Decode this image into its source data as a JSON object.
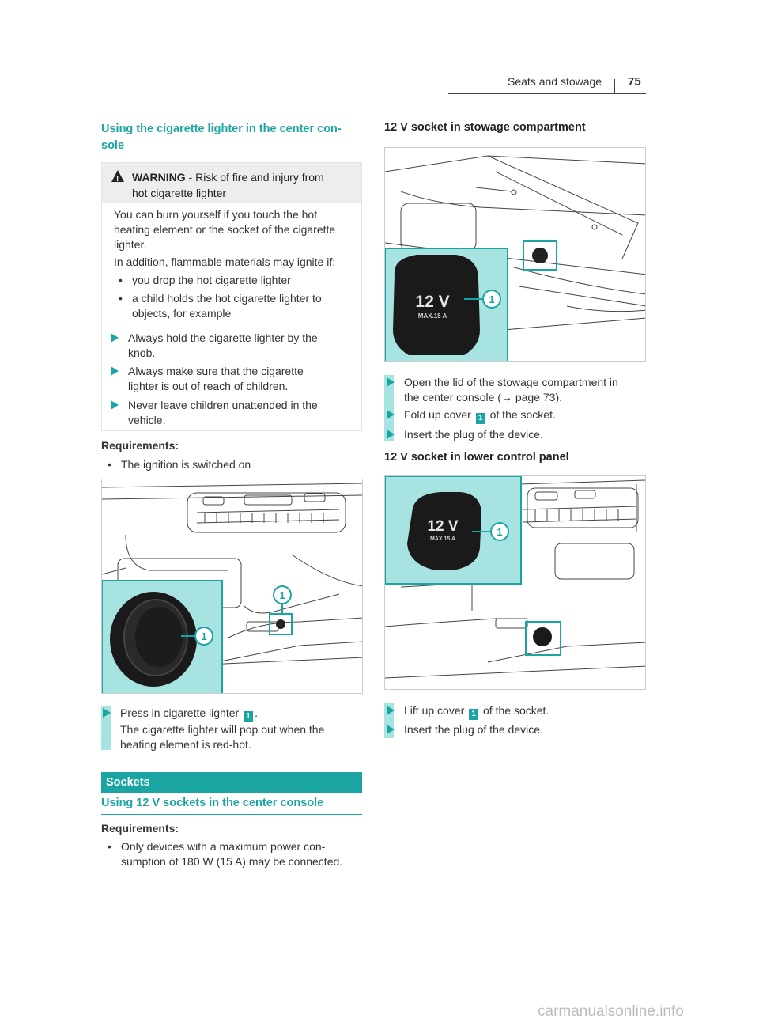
{
  "header": {
    "section": "Seats and stowage",
    "page_number": "75"
  },
  "left": {
    "heading_line1": "Using the cigarette lighter in the center con-",
    "heading_line2": "sole",
    "warning": {
      "title": "WARNING",
      "title_rest": " - Risk of fire and injury from",
      "title_line2": "hot cigarette lighter",
      "para1_l1": "You can burn yourself if you touch the hot",
      "para1_l2": "heating element or the socket of the cigarette",
      "para1_l3": "lighter.",
      "para2": "In addition, flammable materials may ignite if:",
      "bullet1": "you drop the hot cigarette lighter",
      "bullet2_l1": "a child holds the hot cigarette lighter to",
      "bullet2_l2": "objects, for example",
      "step1_l1": "Always hold the cigarette lighter by the",
      "step1_l2": "knob.",
      "step2_l1": "Always make sure that the cigarette",
      "step2_l2": "lighter is out of reach of children.",
      "step3_l1": "Never leave children unattended in the",
      "step3_l2": "vehicle."
    },
    "requirements_label": "Requirements:",
    "requirement1": "The ignition is switched on",
    "figure_callout": "1",
    "press_step_a": "Press in cigarette lighter ",
    "press_step_badge": "1",
    "press_step_b": ".",
    "press_step_l2": "The cigarette lighter will pop out when the",
    "press_step_l3": "heating element is red-hot.",
    "sockets_title": "Sockets",
    "sub_heading": "Using 12 V sockets in the center console",
    "requirements2_label": "Requirements:",
    "requirement2_l1": "Only devices with a maximum power con-",
    "requirement2_l2": "sumption of 180 W (15 A) may be connected."
  },
  "right": {
    "heading1": "12 V socket in stowage compartment",
    "fig1_label_main": "12 V",
    "fig1_label_sub": "MAX.15 A",
    "fig1_callout": "1",
    "step1_l1": "Open the lid of the stowage compartment in",
    "step1_l2": "the center console (→ page 73).",
    "step2_a": "Fold up cover ",
    "step2_badge": "1",
    "step2_b": " of the socket.",
    "step3": "Insert the plug of the device.",
    "heading2": "12 V socket in lower control panel",
    "fig2_label_main": "12 V",
    "fig2_label_sub": "MAX.15 A",
    "fig2_callout": "1",
    "step4_a": "Lift up cover ",
    "step4_badge": "1",
    "step4_b": " of the socket.",
    "step5": "Insert the plug of the device."
  },
  "watermark": "carmanualsonline.info",
  "colors": {
    "accent": "#1aa5a2",
    "panel": "#a7e3e1"
  }
}
